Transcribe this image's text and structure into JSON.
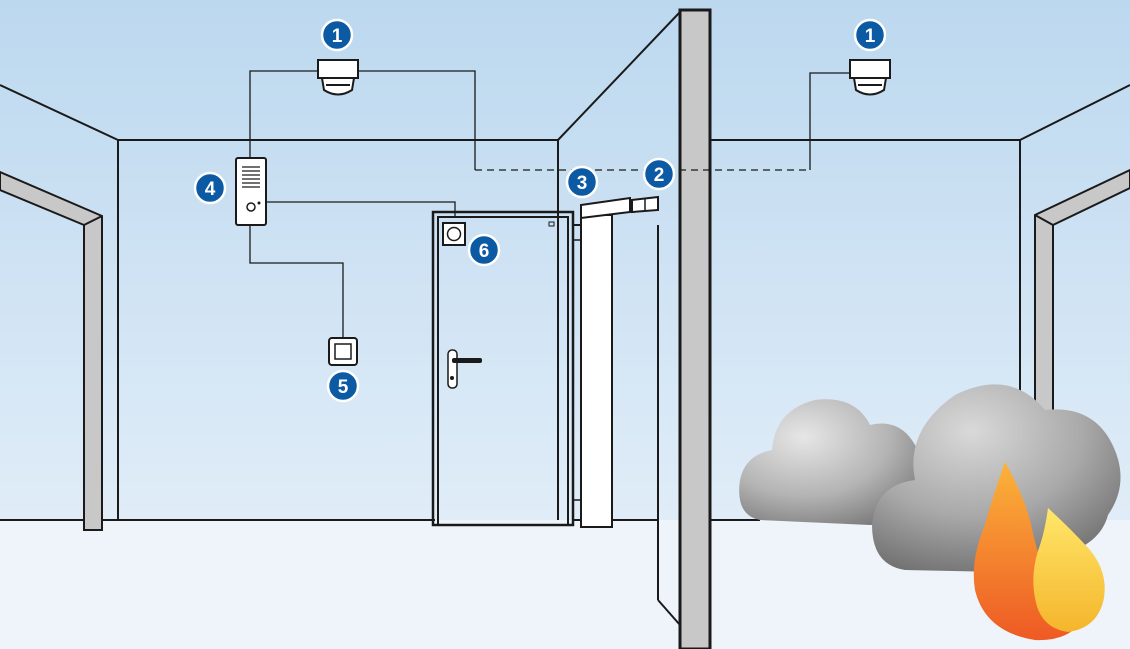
{
  "palette": {
    "sky_top": "#bcd8ef",
    "sky_bottom": "#e9f2fa",
    "floor": "#eef4fa",
    "line": "#1a1a1a",
    "badge_fill": "#0b5aa3",
    "badge_ring": "#ffffff",
    "column_fill": "#c8c8c8",
    "smoke_light": "#d6d6d6",
    "smoke_dark": "#7a7a7a",
    "flame_outer": "#f26a21",
    "flame_inner": "#fcd13b"
  },
  "badges": [
    {
      "id": "smoke-detector-left",
      "label": "1"
    },
    {
      "id": "smoke-detector-right",
      "label": "1"
    },
    {
      "id": "detector-cable",
      "label": "2"
    },
    {
      "id": "door-closer",
      "label": "3"
    },
    {
      "id": "control-unit",
      "label": "4"
    },
    {
      "id": "manual-release-button",
      "label": "5"
    },
    {
      "id": "door-holder",
      "label": "6"
    }
  ],
  "icons": {
    "smoke_detector": "smoke-detector-icon",
    "control_unit": "control-unit-icon",
    "release_button": "release-button-icon",
    "door_holder": "door-holder-icon",
    "door_handle": "door-handle-icon",
    "smoke": "smoke-cloud-icon",
    "fire": "flame-icon"
  }
}
